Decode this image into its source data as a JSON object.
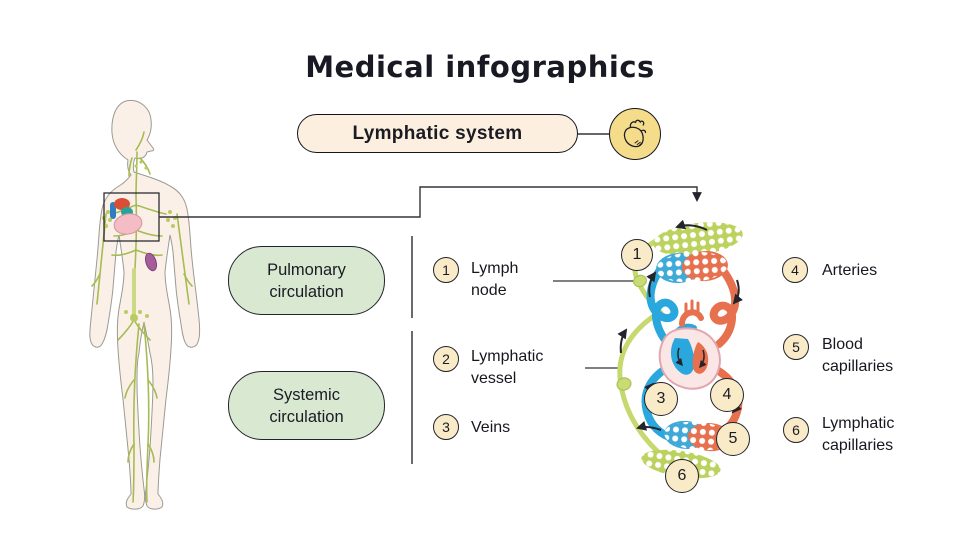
{
  "title": "Medical infographics",
  "subtitle": {
    "label": "Lymphatic system",
    "icon": "anatomical-heart-icon"
  },
  "circulation_boxes": [
    {
      "label": "Pulmonary circulation"
    },
    {
      "label": "Systemic circulation"
    }
  ],
  "legend_left": [
    {
      "num": "1",
      "label": "Lymph node"
    },
    {
      "num": "2",
      "label": "Lymphatic vessel"
    },
    {
      "num": "3",
      "label": "Veins"
    }
  ],
  "legend_right": [
    {
      "num": "4",
      "label": "Arteries"
    },
    {
      "num": "5",
      "label": "Blood capillaries"
    },
    {
      "num": "6",
      "label": "Lymphatic capillaries"
    }
  ],
  "diagram_markers": {
    "m1": "1",
    "m3": "3",
    "m4": "4",
    "m5": "5",
    "m6": "6"
  },
  "colors": {
    "background": "#ffffff",
    "text": "#1b1b24",
    "badge_fill": "#faebc8",
    "pill_fill": "#fcefe0",
    "icon_circle_fill": "#f5dc8b",
    "circulation_box_fill": "#d8e8d1",
    "lymph_green": "#b3c765",
    "vein_blue": "#2aa8dd",
    "artery_red": "#e7714e",
    "heart_pink": "#fae7e5"
  }
}
